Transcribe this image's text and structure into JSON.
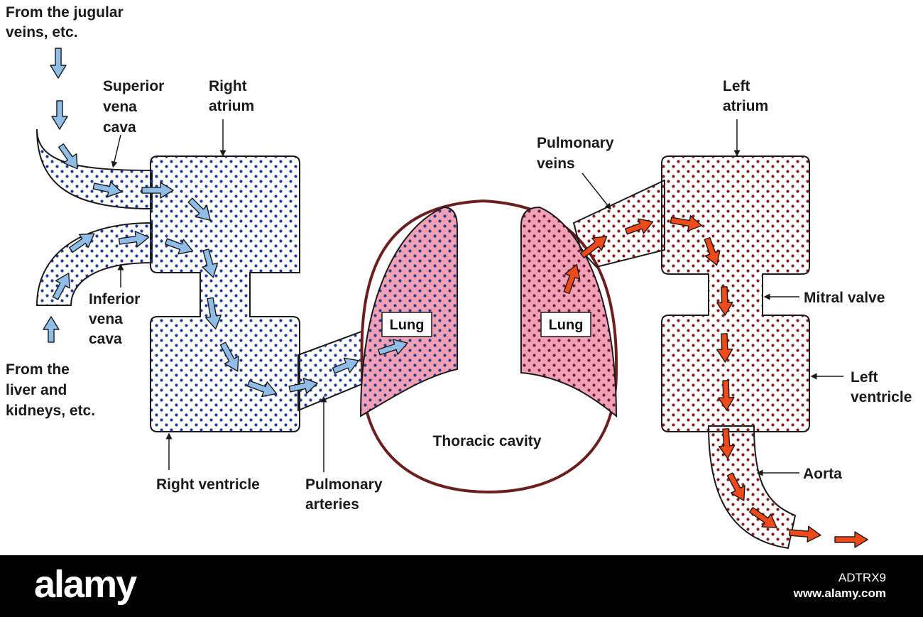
{
  "labels": {
    "jugular": [
      "From the jugular",
      "veins, etc."
    ],
    "superior_vena_cava": [
      "Superior",
      "vena",
      "cava"
    ],
    "right_atrium": [
      "Right",
      "atrium"
    ],
    "inferior_vena_cava": [
      "Inferior",
      "vena",
      "cava"
    ],
    "liver_kidneys": [
      "From the",
      "liver and",
      "kidneys, etc."
    ],
    "right_ventricle": "Right ventricle",
    "pulmonary_arteries": [
      "Pulmonary",
      "arteries"
    ],
    "thoracic_cavity": "Thoracic cavity",
    "lung_left": "Lung",
    "lung_right": "Lung",
    "pulmonary_veins": [
      "Pulmonary",
      "veins"
    ],
    "left_atrium": [
      "Left",
      "atrium"
    ],
    "mitral_valve": "Mitral valve",
    "left_ventricle": [
      "Left",
      "ventricle"
    ],
    "aorta": "Aorta"
  },
  "colors": {
    "deoxygenated_dots": "#1f3c9c",
    "oxygenated_dots": "#8a1a1a",
    "blue_arrow": "#8fbde8",
    "orange_arrow": "#f04a1a",
    "lung_fill": "#f2a0b6",
    "outline": "#1a1a1a",
    "thoracic_wall": "#6b1f1f"
  },
  "footer": {
    "logo": "alamy",
    "image_id": "ADTRX9",
    "site": "www.alamy.com"
  }
}
